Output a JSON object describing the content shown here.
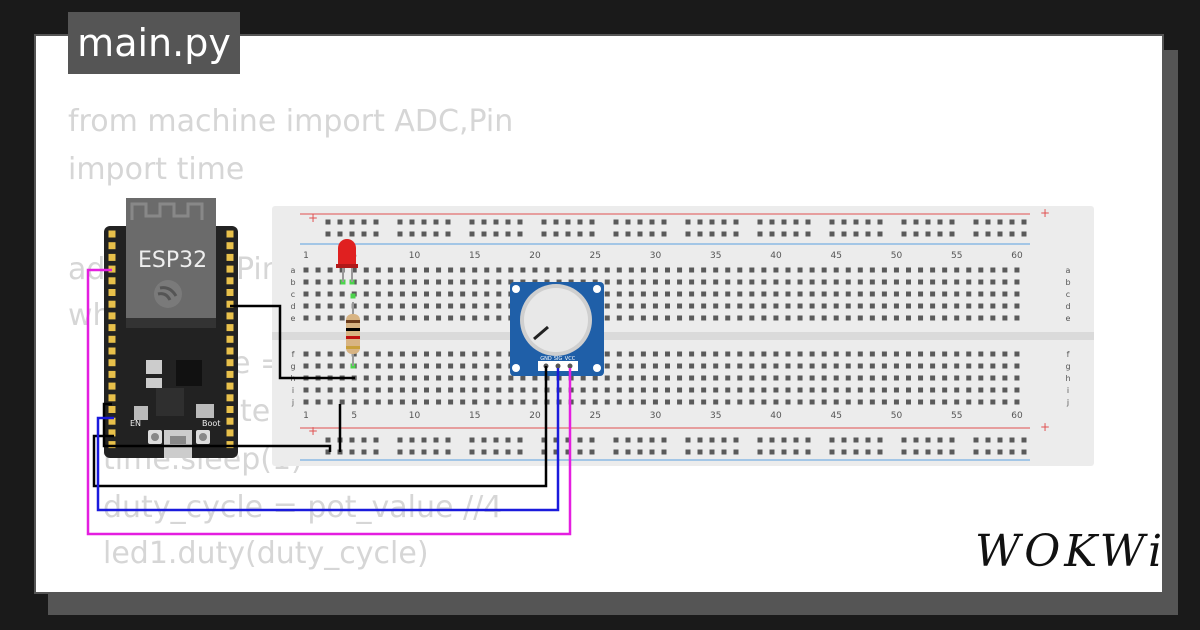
{
  "tab": {
    "filename": "main.py"
  },
  "code": {
    "lines": [
      "from machine import ADC,Pin",
      "import time",
      "adc",
      "Pin",
      "wh",
      "e =",
      "ter",
      "time.sleep(1)",
      "duty_cycle = pot_value //4",
      "led1.duty(duty_cycle)"
    ]
  },
  "esp32": {
    "label": "ESP32",
    "en_label": "EN",
    "boot_label": "Boot"
  },
  "breadboard": {
    "column_numbers": [
      "1",
      "5",
      "10",
      "15",
      "20",
      "25",
      "30",
      "35",
      "40",
      "45",
      "50",
      "55",
      "60"
    ],
    "row_letters_top": [
      "a",
      "b",
      "c",
      "d",
      "e"
    ],
    "row_letters_bottom": [
      "f",
      "g",
      "h",
      "i",
      "j"
    ],
    "plus_sign": "+"
  },
  "potentiometer": {
    "pins": [
      "GND",
      "SIG",
      "VCC"
    ]
  },
  "brand": {
    "logo": "WOKWi"
  },
  "colors": {
    "background": "#1a1a1a",
    "card": "#ffffff",
    "tab": "#555555",
    "code_faded": "#d6d6d6",
    "esp_board": "#222222",
    "pot_board": "#1f5fa8",
    "wire_black": "#000000",
    "wire_blue": "#1a1adc",
    "wire_magenta": "#e41ee0",
    "led_red": "#e02020",
    "rail_red": "#e05050",
    "rail_blue": "#5aa0e0"
  }
}
